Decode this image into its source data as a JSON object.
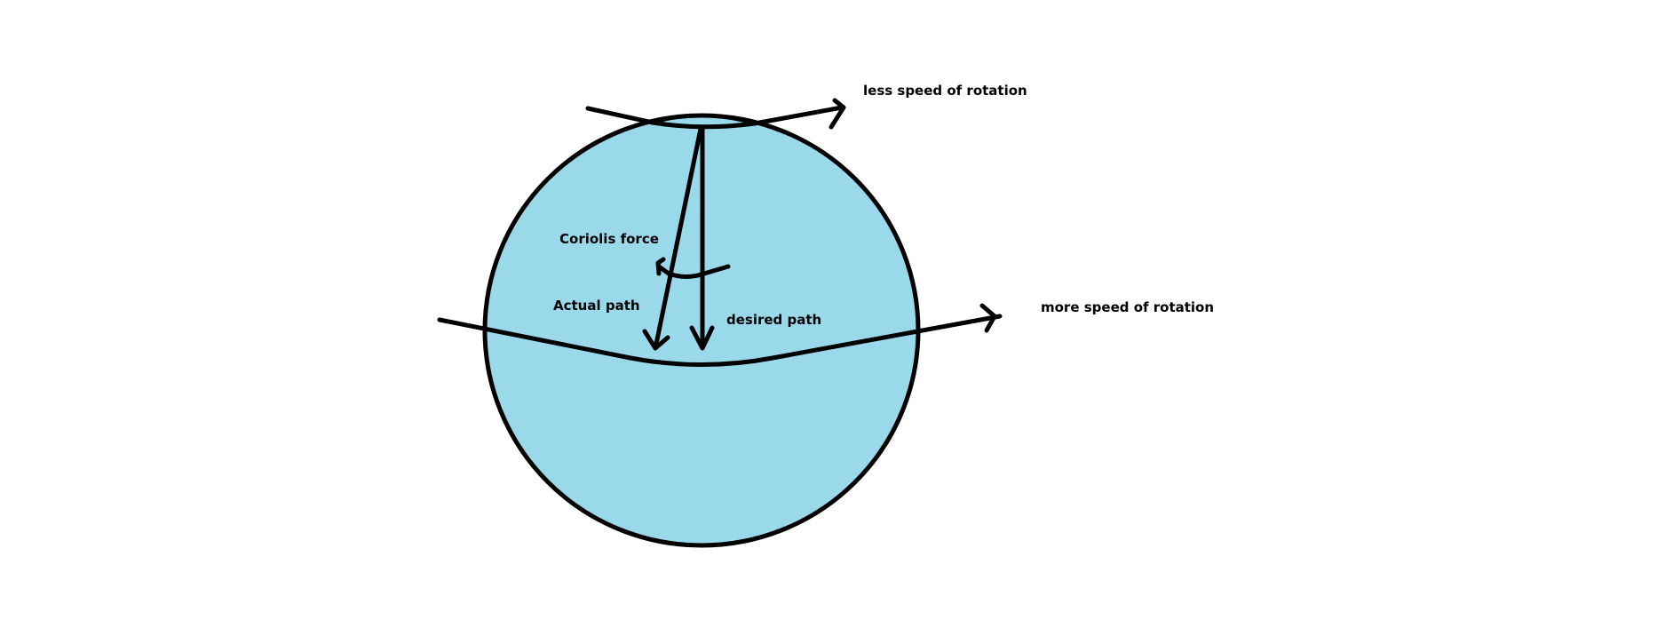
{
  "diagram": {
    "type": "coriolis-effect-globe",
    "colors": {
      "background": "#ffffff",
      "globe_fill": "#99D9EA",
      "stroke": "#000000"
    },
    "labels": {
      "less_speed": "less speed of rotation",
      "more_speed": "more speed of rotation",
      "coriolis_force": "Coriolis force",
      "actual_path": "Actual path",
      "desired_path": "desired path"
    }
  }
}
